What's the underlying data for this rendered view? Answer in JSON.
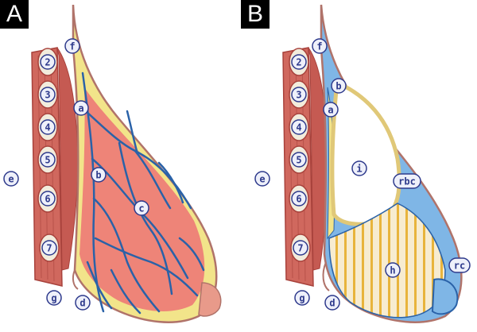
{
  "panels": [
    {
      "id": "A",
      "callouts": [
        {
          "key": "f",
          "label": "f"
        },
        {
          "key": "r2",
          "label": "2"
        },
        {
          "key": "r3",
          "label": "3"
        },
        {
          "key": "r4",
          "label": "4"
        },
        {
          "key": "r5",
          "label": "5"
        },
        {
          "key": "r6",
          "label": "6"
        },
        {
          "key": "r7",
          "label": "7"
        },
        {
          "key": "a",
          "label": "a"
        },
        {
          "key": "b",
          "label": "b"
        },
        {
          "key": "c",
          "label": "c"
        },
        {
          "key": "d",
          "label": "d"
        },
        {
          "key": "e",
          "label": "e"
        },
        {
          "key": "g",
          "label": "g"
        }
      ]
    },
    {
      "id": "B",
      "callouts": [
        {
          "key": "f",
          "label": "f"
        },
        {
          "key": "r2",
          "label": "2"
        },
        {
          "key": "r3",
          "label": "3"
        },
        {
          "key": "r4",
          "label": "4"
        },
        {
          "key": "r5",
          "label": "5"
        },
        {
          "key": "r6",
          "label": "6"
        },
        {
          "key": "r7",
          "label": "7"
        },
        {
          "key": "b",
          "label": "b"
        },
        {
          "key": "a",
          "label": "a"
        },
        {
          "key": "i",
          "label": "i"
        },
        {
          "key": "rbc",
          "label": "rbc"
        },
        {
          "key": "h",
          "label": "h"
        },
        {
          "key": "rc",
          "label": "rc"
        },
        {
          "key": "d",
          "label": "d"
        },
        {
          "key": "e",
          "label": "e"
        },
        {
          "key": "g",
          "label": "g"
        }
      ]
    }
  ],
  "colors": {
    "muscle": "#d0685e",
    "muscle_dark": "#a8423c",
    "skin_outline": "#b0736a",
    "fat": "#f2e48a",
    "gland": "#ee8478",
    "vessel": "#2a62a8",
    "fascia_blue": "#7fb6e6",
    "implant": "#ffffff",
    "lower_pole": "#f5e8c8",
    "stripes": "#e8b43c",
    "label_fill": "#eef0fa",
    "label_border": "#2e3a8c",
    "label_text": "#2e3a8c"
  }
}
